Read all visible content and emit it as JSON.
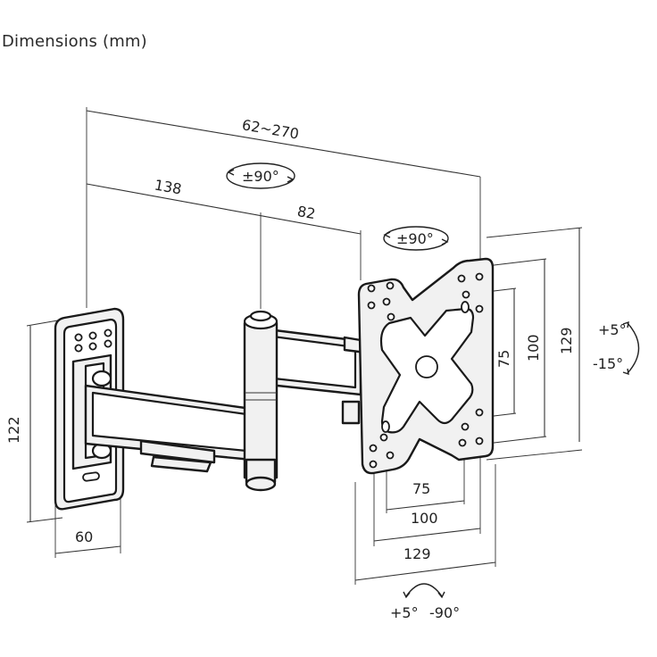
{
  "title": "Dimensions (mm)",
  "dimensions": {
    "arm_span": "62~270",
    "arm_first_segment": "138",
    "arm_second_segment": "82",
    "wall_plate_height": "122",
    "wall_plate_width": "60",
    "vesa_v_small": "75",
    "vesa_v_medium": "100",
    "vesa_v_large": "129",
    "vesa_h_small": "75",
    "vesa_h_medium": "100",
    "vesa_h_large": "129"
  },
  "rotations": {
    "arm_swivel": "±90°",
    "head_swivel": "±90°",
    "tilt_up": "+5°",
    "tilt_down": "-15°",
    "rotation_cw": "+5°",
    "rotation_ccw": "-90°"
  }
}
